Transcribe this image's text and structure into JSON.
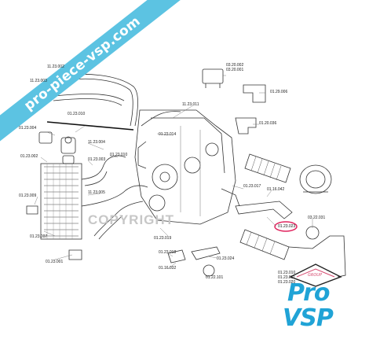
{
  "banner": {
    "text": "pro-piece-vsp.com"
  },
  "watermark": {
    "text": "COPYRIGHT"
  },
  "logo": {
    "group": "GROUP",
    "pro": "Pro",
    "vsp": "VSP",
    "accent_color": "#d64a6f",
    "brand_color": "#20a3d6"
  },
  "highlight_color": "#e0245e",
  "parts": [
    {
      "id": "p1",
      "text": "11.23.002"
    },
    {
      "id": "p2",
      "text": "11.23.003"
    },
    {
      "id": "p3",
      "text": "11.23.011"
    },
    {
      "id": "p4",
      "text": "03.20.002"
    },
    {
      "id": "p5",
      "text": "03.20.001"
    },
    {
      "id": "p6",
      "text": "01.29.006"
    },
    {
      "id": "p7",
      "text": "01.23.004"
    },
    {
      "id": "p8",
      "text": "01.23.010"
    },
    {
      "id": "p9",
      "text": "01.23.014"
    },
    {
      "id": "p10",
      "text": "01.20.036"
    },
    {
      "id": "p11",
      "text": "01.23.002"
    },
    {
      "id": "p12",
      "text": "11.23.004"
    },
    {
      "id": "p13",
      "text": "01.23.003"
    },
    {
      "id": "p14",
      "text": "01.23.010"
    },
    {
      "id": "p15",
      "text": "01.23.009"
    },
    {
      "id": "p16",
      "text": "11.23.005"
    },
    {
      "id": "p17",
      "text": "01.23.017"
    },
    {
      "id": "p18",
      "text": "01.16.042"
    },
    {
      "id": "p19",
      "text": "01.23.023"
    },
    {
      "id": "p20",
      "text": "03.22.031"
    },
    {
      "id": "p21",
      "text": "01.23.007"
    },
    {
      "id": "p22",
      "text": "01.23.001"
    },
    {
      "id": "p23",
      "text": "01.23.019"
    },
    {
      "id": "p24",
      "text": "01.23.018"
    },
    {
      "id": "p25",
      "text": "01.23.024"
    },
    {
      "id": "p26",
      "text": "01.16.032"
    },
    {
      "id": "p27",
      "text": "01.22.101"
    },
    {
      "id": "p28",
      "text": "01.23.010"
    },
    {
      "id": "p29",
      "text": "01.23.011"
    },
    {
      "id": "p30",
      "text": "01.23.020"
    }
  ]
}
